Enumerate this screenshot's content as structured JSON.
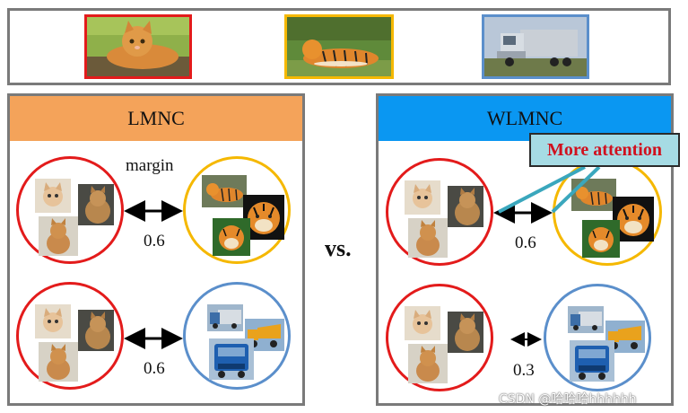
{
  "colors": {
    "frame_gray": "#7a7a7a",
    "cat_red": "#e31b1b",
    "tiger_yellow": "#f5b800",
    "truck_blue": "#5b8fcb",
    "lmnc_header": "#f4a35a",
    "wlmnc_header": "#0a97f2",
    "callout_bg": "#a6dbe4",
    "callout_text": "#d0101e",
    "arrow_teal": "#3aa7bd"
  },
  "top_examples": [
    {
      "name": "cat",
      "icon": "cat-photo"
    },
    {
      "name": "tiger",
      "icon": "tiger-photo"
    },
    {
      "name": "truck",
      "icon": "truck-photo"
    }
  ],
  "left_panel": {
    "title": "LMNC",
    "margin_label": "margin",
    "pairs": [
      {
        "left": "cat",
        "right": "tiger",
        "value": "0.6"
      },
      {
        "left": "cat",
        "right": "truck",
        "value": "0.6"
      }
    ]
  },
  "vs_label": "vs.",
  "right_panel": {
    "title": "WLMNC",
    "callout": "More attention",
    "pairs": [
      {
        "left": "cat",
        "right": "tiger",
        "value": "0.6"
      },
      {
        "left": "cat",
        "right": "truck",
        "value": "0.3"
      }
    ]
  },
  "watermark": "CSDN @哈哈哈hhhhhh"
}
